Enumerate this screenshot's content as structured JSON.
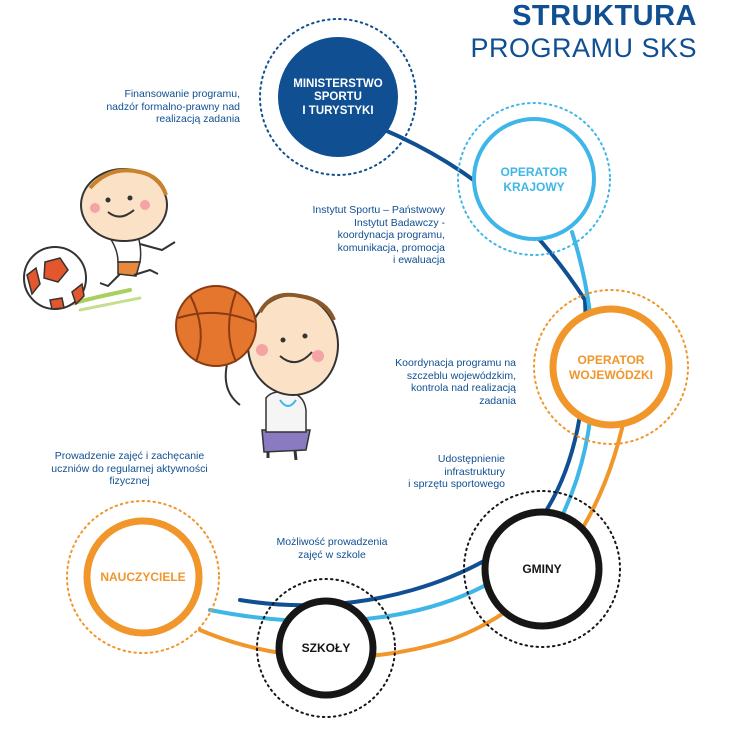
{
  "title": {
    "line1": "STRUKTURA",
    "line2": "PROGRAMU SKS"
  },
  "nodes": {
    "ministry": {
      "label": "MINISTERSTWO\nSPORTU\nI TURYSTYKI",
      "color": "#0f4f92"
    },
    "national_operator": {
      "label": "OPERATOR\nKRAJOWY",
      "color": "#3fb6e8"
    },
    "regional_operator": {
      "label": "OPERATOR\nWOJEWÓDZKI",
      "color": "#f0962a"
    },
    "municipalities": {
      "label": "GMINY",
      "color": "#161616"
    },
    "schools": {
      "label": "SZKOŁY",
      "color": "#161616"
    },
    "teachers": {
      "label": "NAUCZYCIELE",
      "color": "#f0962a"
    }
  },
  "descriptions": {
    "ministry": "Finansowanie programu,\nnadzór formalno-prawny nad\nrealizacją zadania",
    "national_operator": "Instytut Sportu – Państwowy\nInstytut Badawczy -\nkoordynacja programu,\nkomunikacja, promocja\ni ewaluacja",
    "regional_operator": "Koordynacja programu na\nszczeblu wojewódzkim,\nkontrola nad realizacją\nzadania",
    "municipalities": "Udostępnienie\ninfrastruktury\ni sprzętu sportowego",
    "schools": "Możliwość prowadzenia\nzajęć w szkole",
    "teachers": "Prowadzenie zajęć i zachęcanie\nuczniów do regularnej aktywności\nfizycznej"
  },
  "colors": {
    "dark_blue": "#0f4f92",
    "light_blue": "#3fb6e8",
    "orange": "#f0962a",
    "black": "#161616"
  },
  "illustration": {
    "icons": [
      "boy-with-soccer-ball-illustration",
      "boy-with-basketball-illustration"
    ]
  }
}
